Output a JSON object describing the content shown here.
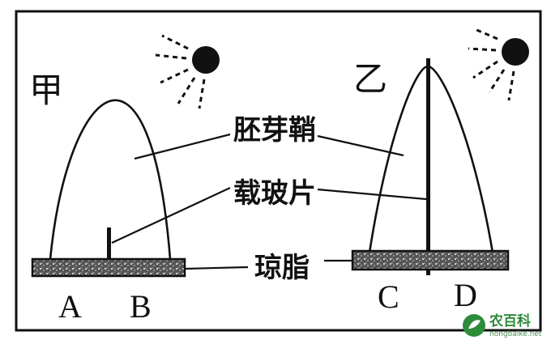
{
  "panels": {
    "left": {
      "title": "甲",
      "letters": [
        "A",
        "B"
      ]
    },
    "right": {
      "title": "乙",
      "letters": [
        "C",
        "D"
      ]
    }
  },
  "callouts": {
    "coleoptile": "胚芽鞘",
    "mica": "载玻片",
    "agar": "琼脂"
  },
  "watermark": {
    "name": "农百科",
    "url": "nongbaike.net"
  }
}
